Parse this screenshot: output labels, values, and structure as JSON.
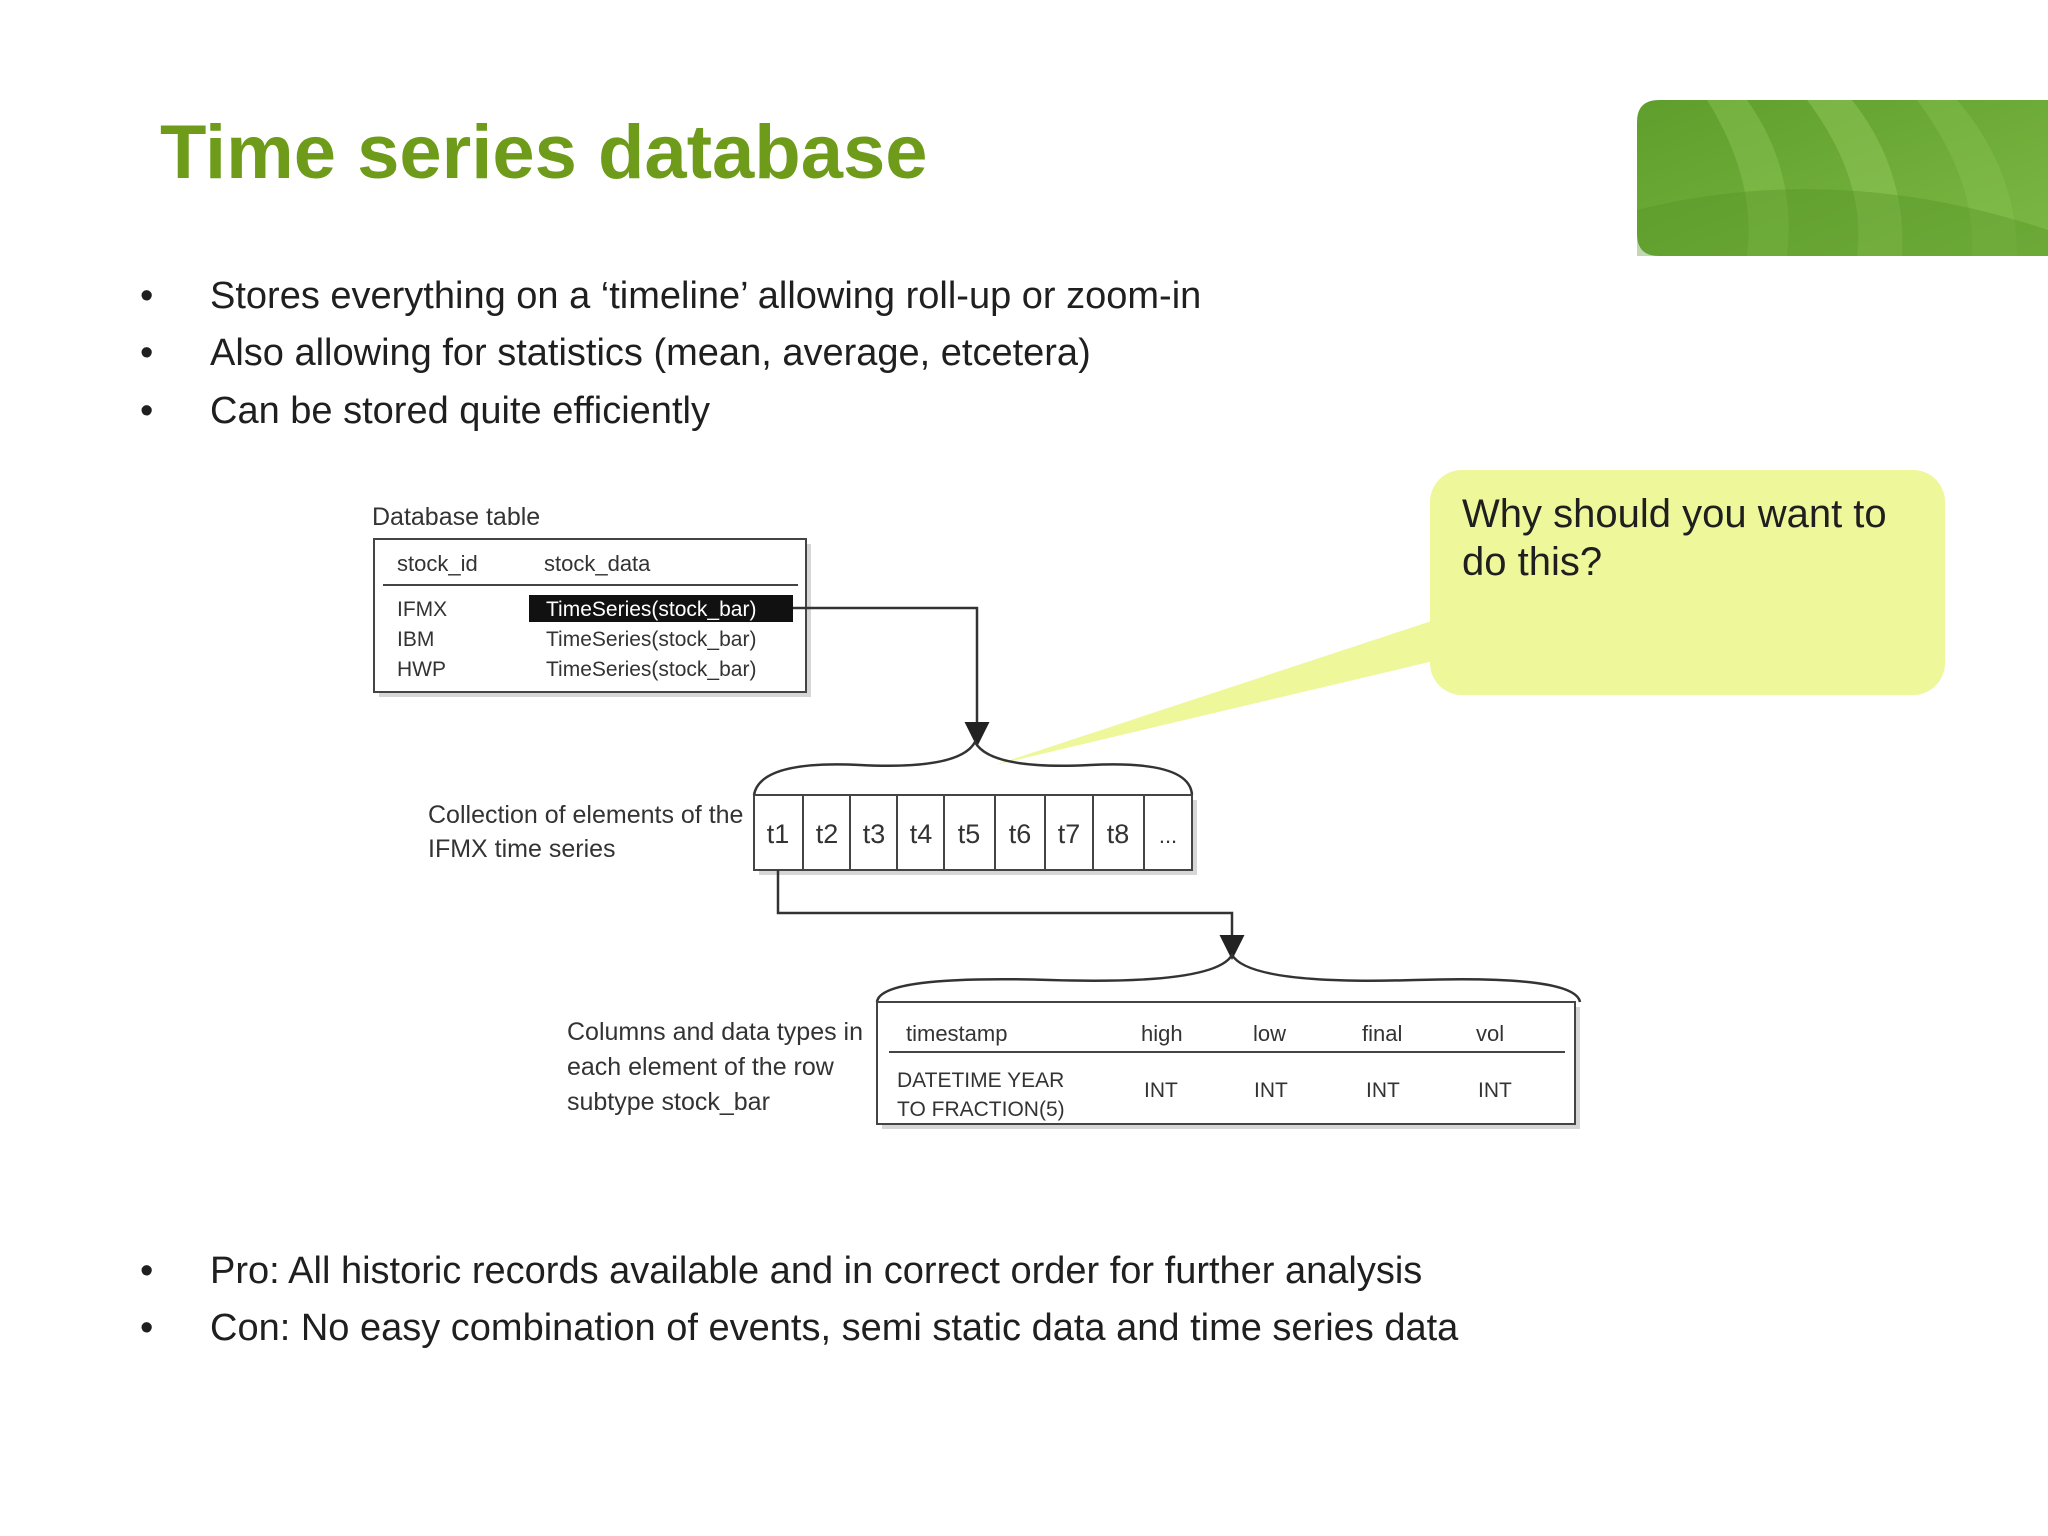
{
  "slide": {
    "title": "Time series database",
    "bullet_char": "•",
    "bullets_top": [
      "Stores everything on a ‘timeline’ allowing roll-up or zoom-in",
      "Also allowing for statistics (mean, average, etcetera)",
      "Can be stored quite efficiently"
    ],
    "bullets_bottom": [
      "Pro: All historic records available and in correct order for further analysis",
      "Con: No easy combination of events, semi static data and time series data"
    ],
    "callout": "Why should you want to do this?",
    "colors": {
      "title": "#6e9b1a",
      "callout_fill": "#eef79a",
      "decor_green": "#6aa83a"
    }
  },
  "diagram": {
    "db_table_caption": "Database table",
    "db_table_headers": [
      "stock_id",
      "stock_data"
    ],
    "db_table_rows": [
      {
        "id": "IFMX",
        "data": "TimeSeries(stock_bar)"
      },
      {
        "id": "IBM",
        "data": "TimeSeries(stock_bar)"
      },
      {
        "id": "HWP",
        "data": "TimeSeries(stock_bar)"
      }
    ],
    "collection_label": [
      "Collection of elements of the",
      "IFMX time series"
    ],
    "elements": [
      "t1",
      "t2",
      "t3",
      "t4",
      "t5",
      "t6",
      "t7",
      "t8",
      "..."
    ],
    "columns_label": [
      "Columns and data types in",
      "each element of the row",
      "subtype stock_bar"
    ],
    "columns_headers": [
      "timestamp",
      "high",
      "low",
      "final",
      "vol"
    ],
    "columns_types": [
      "DATETIME YEAR",
      "TO FRACTION(5)",
      "INT",
      "INT",
      "INT",
      "INT"
    ]
  }
}
